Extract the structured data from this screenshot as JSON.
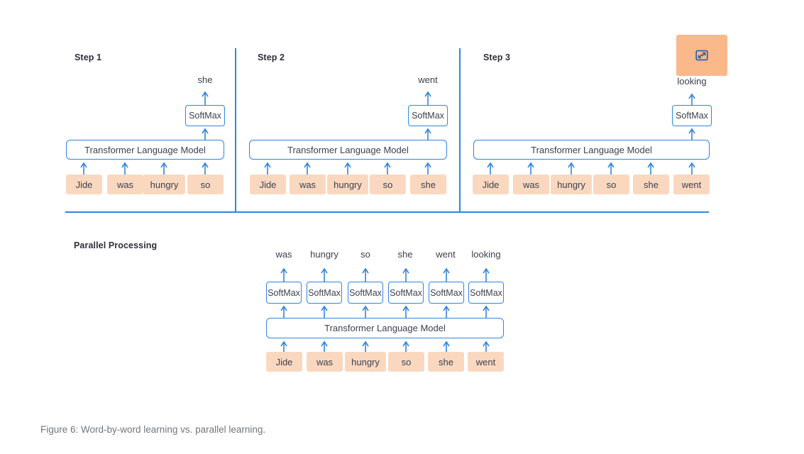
{
  "figure": {
    "caption": "Figure 6: Word-by-word learning vs. parallel learning.",
    "model_label": "Transformer Language Model",
    "softmax_label": "SoftMax",
    "parallel_section_label": "Parallel Processing"
  },
  "colors": {
    "token_fill": "#fad8bf",
    "box_border": "#2f86e0",
    "arrow": "#2f86e0",
    "text": "#3c4150",
    "label_text": "#2b2f3a",
    "caption_text": "#6f7680",
    "expand_tile_fill": "#fab98a",
    "expand_icon": "#2b58a6"
  },
  "sequential": {
    "steps": [
      {
        "label": "Step 1",
        "inputs": [
          "Jide",
          "was",
          "hungry",
          "so"
        ],
        "softmax": "SoftMax",
        "output": "she",
        "model": "Transformer Language Model"
      },
      {
        "label": "Step 2",
        "inputs": [
          "Jide",
          "was",
          "hungry",
          "so",
          "she"
        ],
        "softmax": "SoftMax",
        "output": "went",
        "model": "Transformer Language Model"
      },
      {
        "label": "Step 3",
        "inputs": [
          "Jide",
          "was",
          "hungry",
          "so",
          "she",
          "went"
        ],
        "softmax": "SoftMax",
        "output": "looking",
        "model": "Transformer Language Model"
      }
    ]
  },
  "parallel": {
    "label": "Parallel Processing",
    "inputs": [
      "Jide",
      "was",
      "hungry",
      "so",
      "she",
      "went"
    ],
    "softmaxes": [
      "SoftMax",
      "SoftMax",
      "SoftMax",
      "SoftMax",
      "SoftMax",
      "SoftMax"
    ],
    "outputs": [
      "was",
      "hungry",
      "so",
      "she",
      "went",
      "looking"
    ],
    "model": "Transformer Language Model"
  },
  "overlay": {
    "expand_icon_name": "expand-icon"
  }
}
